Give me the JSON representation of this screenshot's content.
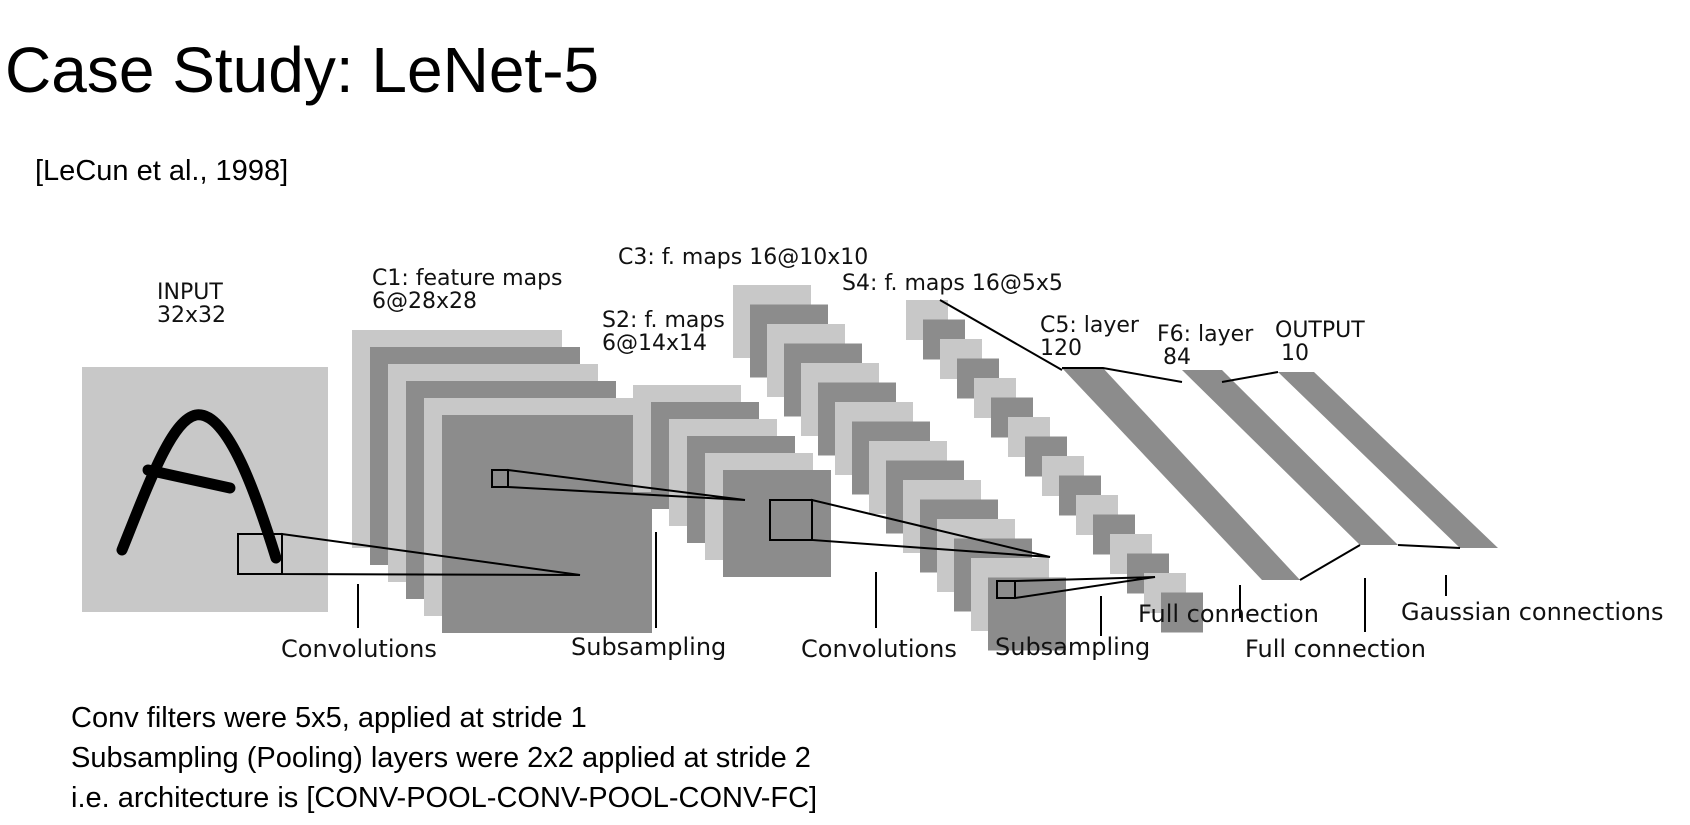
{
  "title": "Case Study: LeNet-5",
  "citation": "[LeCun et al., 1998]",
  "diagram": {
    "layers": {
      "input": {
        "line1": "INPUT",
        "line2": "32x32"
      },
      "c1": {
        "line1": "C1: feature maps",
        "line2": "6@28x28"
      },
      "s2": {
        "line1": "S2: f. maps",
        "line2": "6@14x14"
      },
      "c3": {
        "line1": "C3: f. maps 16@10x10"
      },
      "s4": {
        "line1": "S4: f. maps 16@5x5"
      },
      "c5": {
        "line1": "C5: layer",
        "line2": "120"
      },
      "f6": {
        "line1": "F6: layer",
        "line2": "84"
      },
      "output": {
        "line1": "OUTPUT",
        "line2": "10"
      }
    },
    "operations": {
      "conv1": "Convolutions",
      "sub1": "Subsampling",
      "conv2": "Convolutions",
      "sub2": "Subsampling",
      "full1": "Full connection",
      "full2": "Full connection",
      "gaussian": "Gaussian connections"
    },
    "colors": {
      "light": "#c8c8c8",
      "dark": "#8c8c8c",
      "line": "#000000"
    }
  },
  "notes": [
    "Conv filters were 5x5, applied at stride 1",
    "Subsampling (Pooling) layers were 2x2 applied at stride 2",
    "i.e. architecture is [CONV-POOL-CONV-POOL-CONV-FC]"
  ]
}
